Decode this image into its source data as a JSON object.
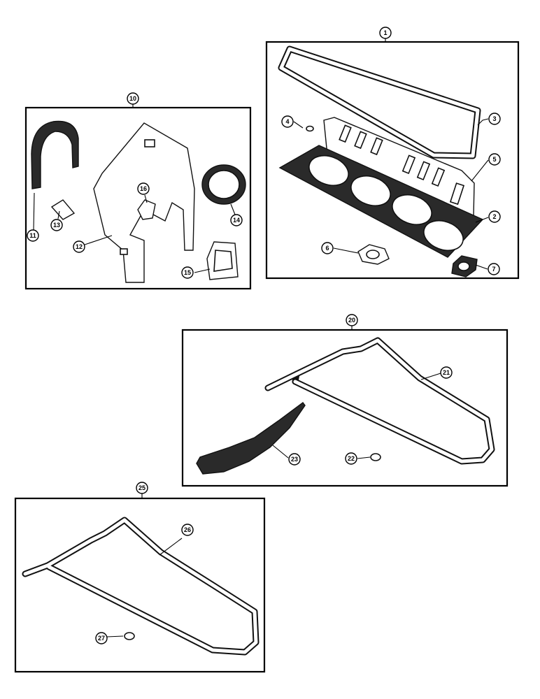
{
  "panels": [
    {
      "id": "p1",
      "label": "1"
    },
    {
      "id": "p10",
      "label": "10"
    },
    {
      "id": "p20",
      "label": "20"
    },
    {
      "id": "p25",
      "label": "25"
    }
  ],
  "callouts": [
    {
      "id": "c2",
      "label": "2"
    },
    {
      "id": "c3",
      "label": "3"
    },
    {
      "id": "c4",
      "label": "4"
    },
    {
      "id": "c5",
      "label": "5"
    },
    {
      "id": "c6",
      "label": "6"
    },
    {
      "id": "c7",
      "label": "7"
    },
    {
      "id": "c11",
      "label": "11"
    },
    {
      "id": "c12",
      "label": "12"
    },
    {
      "id": "c13",
      "label": "13"
    },
    {
      "id": "c14",
      "label": "14"
    },
    {
      "id": "c15",
      "label": "15"
    },
    {
      "id": "c16",
      "label": "16"
    },
    {
      "id": "c21",
      "label": "21"
    },
    {
      "id": "c22",
      "label": "22"
    },
    {
      "id": "c23",
      "label": "23"
    },
    {
      "id": "c26",
      "label": "26"
    },
    {
      "id": "c27",
      "label": "27"
    }
  ]
}
